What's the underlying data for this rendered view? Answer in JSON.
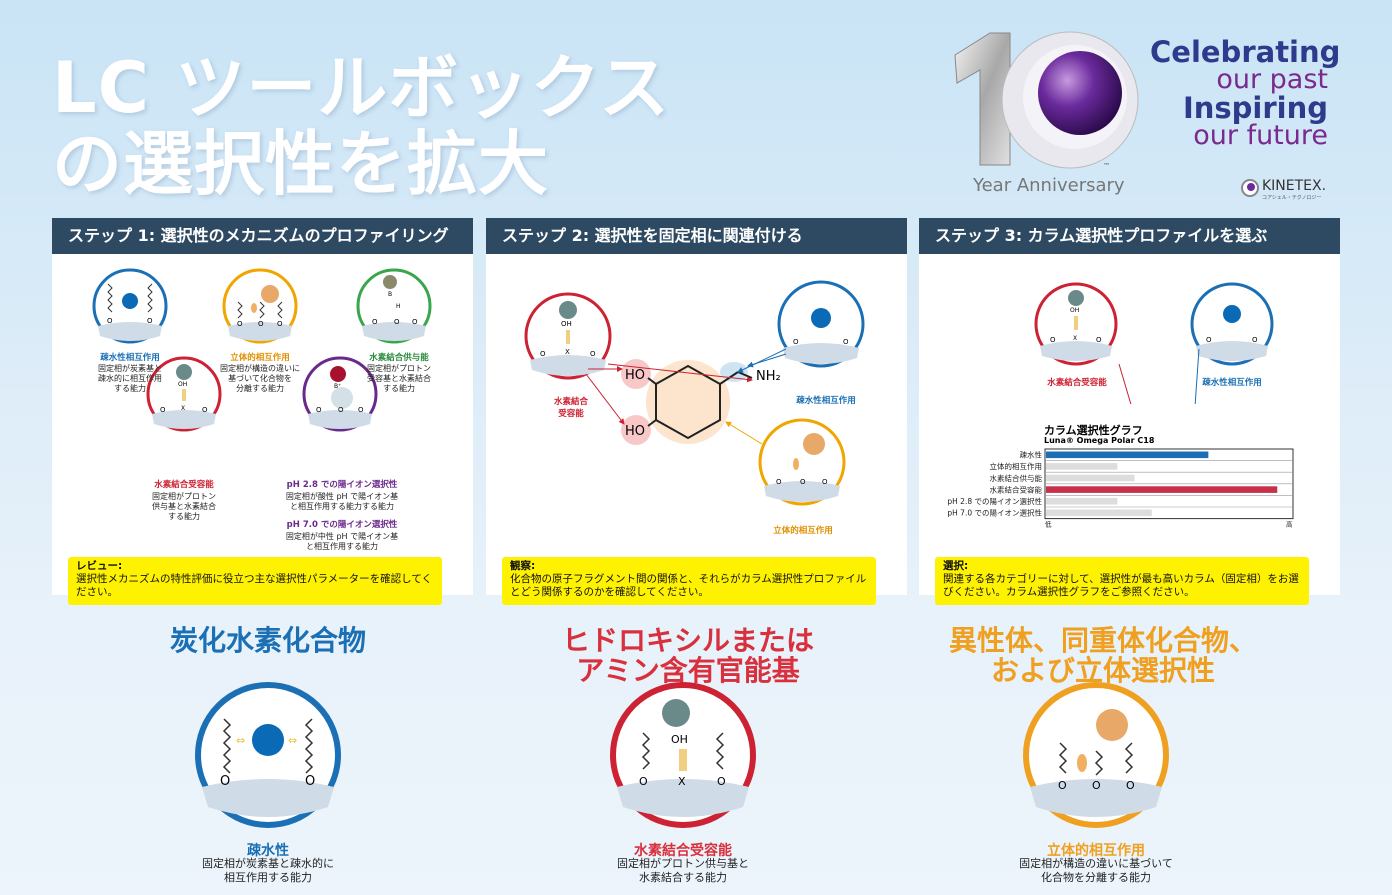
{
  "title": {
    "line1": "LC ツールボックス",
    "line2": "の選択性を拡大"
  },
  "anniversary": {
    "number": "10",
    "tm": "™",
    "caption": "Year Anniversary"
  },
  "slogan": {
    "l1": "Celebrating",
    "l2": "our past",
    "l3": "Inspiring",
    "l4": "our future"
  },
  "brand": {
    "name": "KINETEX.",
    "sub": "コアシェル・テクノロジー"
  },
  "colors": {
    "blue": "#1a6fb5",
    "orange": "#f0a500",
    "green": "#3aa64b",
    "red": "#cc2233",
    "purple": "#6a2a8c",
    "head": "#2e4a62",
    "note": "#fff200"
  },
  "step1": {
    "header": "ステップ 1:  選択性のメカニズムのプロファイリング",
    "items": [
      {
        "label": "疎水性相互作用",
        "desc": [
          "固定相が炭素基と",
          "疎水的に相互作用",
          "する能力"
        ]
      },
      {
        "label": "立体的相互作用",
        "desc": [
          "固定相が構造の違いに",
          "基づいて化合物を",
          "分離する能力"
        ]
      },
      {
        "label": "水素結合供与能",
        "desc": [
          "固定相がプロトン",
          "受容基と水素結合",
          "する能力"
        ]
      },
      {
        "label": "水素結合受容能",
        "desc": [
          "固定相がプロトン",
          "供与基と水素結合",
          "する能力"
        ]
      },
      {
        "label": "pH 2.8 での陽イオン選択性",
        "desc": [
          "固定相が酸性 pH で陽イオン基",
          "と相互作用する能力する能力"
        ]
      },
      {
        "label": "pH 7.0 での陽イオン選択性",
        "desc": [
          "固定相が中性 pH で陽イオン基",
          "と相互作用する能力"
        ]
      }
    ],
    "note_title": "レビュー:",
    "note_text": "選択性メカニズムの特性評価に役立つ主な選択性パラメーターを確認してください。"
  },
  "step2": {
    "header": "ステップ 2:  選択性を固定相に関連付ける",
    "labels": {
      "hba": "水素結合\n受容能",
      "hydro": "疎水性相互作用",
      "steric": "立体的相互作用"
    },
    "hba_lines": [
      "水素結合",
      "受容能"
    ],
    "mol": {
      "ho1": "HO",
      "ho2": "HO",
      "nh2": "NH₂"
    },
    "note_title": "観察:",
    "note_text": "化合物の原子フラグメント間の関係と、それらがカラム選択性プロファイルとどう関係するのかを確認してください。"
  },
  "step3": {
    "header": "ステップ 3:  カラム選択性プロファイルを選ぶ",
    "labels": {
      "hba": "水素結合受容能",
      "hydro": "疎水性相互作用"
    },
    "graph_title": "カラム選択性グラフ",
    "graph_sub": "Luna® Omega Polar C18",
    "axis_low": "低",
    "axis_high": "高",
    "note_title": "選択:",
    "note_text": "関連する各カテゴリーに対して、選択性が最も高いカラム（固定相）をお選びください。カラム選択性グラフをご参照ください。"
  },
  "chart_data": {
    "type": "bar",
    "title": "カラム選択性グラフ",
    "subtitle": "Luna® Omega Polar C18",
    "categories": [
      "疎水性",
      "立体的相互作用",
      "水素結合供与能",
      "水素結合受容能",
      "pH 2.8 での陽イオン選択性",
      "pH 7.0 での陽イオン選択性"
    ],
    "values": [
      0.66,
      0.29,
      0.36,
      0.94,
      0.29,
      0.43
    ],
    "colors": [
      "#1a6fb5",
      "#dddddd",
      "#dddddd",
      "#c8304a",
      "#dddddd",
      "#dddddd"
    ],
    "xlabel_low": "低",
    "xlabel_high": "高"
  },
  "bottom": [
    {
      "heading": [
        "炭化水素化合物"
      ],
      "label": "疎水性",
      "desc": [
        "固定相が炭素基と疎水的に",
        "相互作用する能力"
      ],
      "color": "#1a6fb5"
    },
    {
      "heading": [
        "ヒドロキシルまたは",
        "アミン含有官能基"
      ],
      "label": "水素結合受容能",
      "desc": [
        "固定相がプロトン供与基と",
        "水素結合する能力"
      ],
      "color": "#d8303c"
    },
    {
      "heading": [
        "異性体、同重体化合物、",
        "および立体選択性"
      ],
      "label": "立体的相互作用",
      "desc": [
        "固定相が構造の違いに基づいて",
        "化合物を分離する能力"
      ],
      "color": "#f0a020"
    }
  ]
}
